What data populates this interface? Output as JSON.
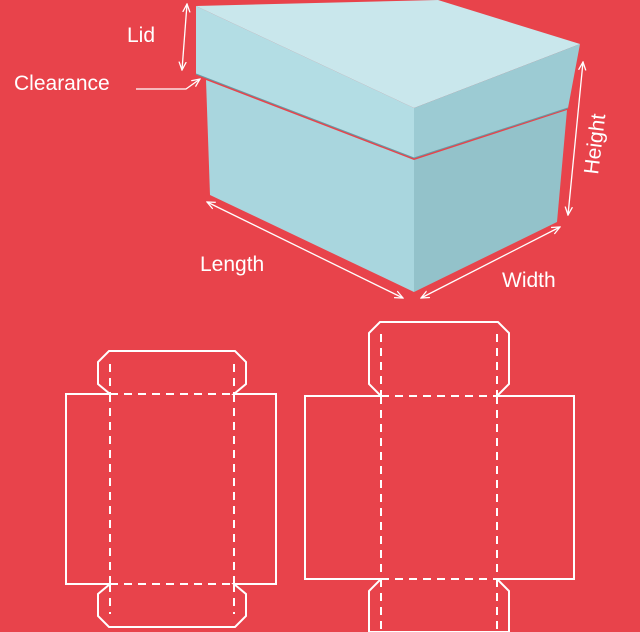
{
  "labels": {
    "lid": "Lid",
    "clearance": "Clearance",
    "length": "Length",
    "width": "Width",
    "height": "Height"
  },
  "colors": {
    "background": "#e8434b",
    "box_front": "#a9d6de",
    "box_side": "#93c2ca",
    "box_top": "#c9e7ec",
    "line": "#ffffff"
  }
}
